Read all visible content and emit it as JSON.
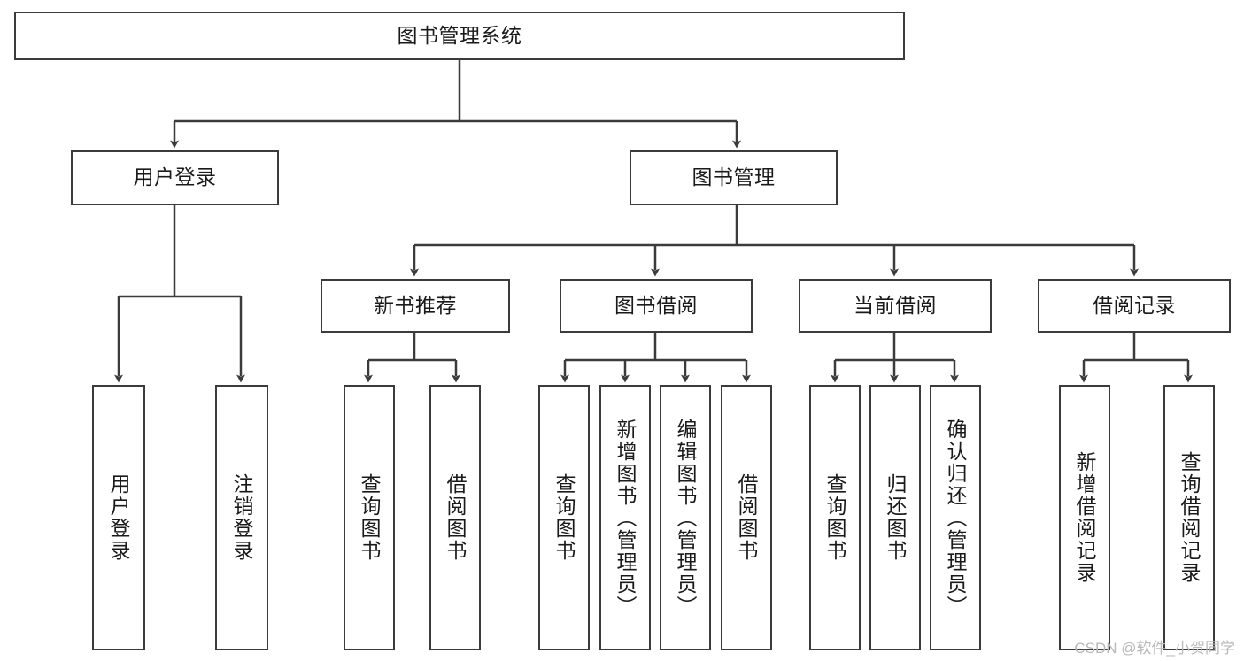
{
  "diagram": {
    "type": "tree",
    "title": "图书管理系统",
    "watermark": "CSDN @软件_小贺同学",
    "colors": {
      "box_stroke": "#3b3b3b",
      "box_fill": "#ffffff",
      "connector": "#3b3b3b",
      "text": "#1a1a1a",
      "watermark": "#b9b9b9",
      "background": "#ffffff"
    },
    "nodes": {
      "root": {
        "label": "图书管理系统",
        "level": 1,
        "orientation": "horizontal"
      },
      "l2": [
        {
          "id": "user-login",
          "label": "用户登录",
          "level": 2,
          "orientation": "horizontal"
        },
        {
          "id": "book-manage",
          "label": "图书管理",
          "level": 2,
          "orientation": "horizontal"
        }
      ],
      "l3": [
        {
          "id": "new-book-recommend",
          "label": "新书推荐",
          "level": 3,
          "orientation": "horizontal",
          "parent": "book-manage"
        },
        {
          "id": "book-borrow",
          "label": "图书借阅",
          "level": 3,
          "orientation": "horizontal",
          "parent": "book-manage"
        },
        {
          "id": "current-borrow",
          "label": "当前借阅",
          "level": 3,
          "orientation": "horizontal",
          "parent": "book-manage"
        },
        {
          "id": "borrow-record",
          "label": "借阅记录",
          "level": 3,
          "orientation": "horizontal",
          "parent": "book-manage"
        }
      ],
      "leaves": [
        {
          "id": "leaf-user-login",
          "label": "用户登录",
          "parent": "user-login",
          "orientation": "vertical"
        },
        {
          "id": "leaf-user-logout",
          "label": "注销登录",
          "parent": "user-login",
          "orientation": "vertical"
        },
        {
          "id": "leaf-query-book-1",
          "label": "查询图书",
          "parent": "new-book-recommend",
          "orientation": "vertical"
        },
        {
          "id": "leaf-borrow-book-1",
          "label": "借阅图书",
          "parent": "new-book-recommend",
          "orientation": "vertical"
        },
        {
          "id": "leaf-query-book-2",
          "label": "查询图书",
          "parent": "book-borrow",
          "orientation": "vertical"
        },
        {
          "id": "leaf-add-book",
          "label": "新增图书（管理员）",
          "parent": "book-borrow",
          "orientation": "vertical"
        },
        {
          "id": "leaf-edit-book",
          "label": "编辑图书（管理员）",
          "parent": "book-borrow",
          "orientation": "vertical"
        },
        {
          "id": "leaf-borrow-book-2",
          "label": "借阅图书",
          "parent": "book-borrow",
          "orientation": "vertical"
        },
        {
          "id": "leaf-query-book-3",
          "label": "查询图书",
          "parent": "current-borrow",
          "orientation": "vertical"
        },
        {
          "id": "leaf-return-book",
          "label": "归还图书",
          "parent": "current-borrow",
          "orientation": "vertical"
        },
        {
          "id": "leaf-confirm-return",
          "label": "确认归还（管理员）",
          "parent": "current-borrow",
          "orientation": "vertical"
        },
        {
          "id": "leaf-add-record",
          "label": "新增借阅记录",
          "parent": "borrow-record",
          "orientation": "vertical"
        },
        {
          "id": "leaf-query-record",
          "label": "查询借阅记录",
          "parent": "borrow-record",
          "orientation": "vertical"
        }
      ]
    }
  }
}
